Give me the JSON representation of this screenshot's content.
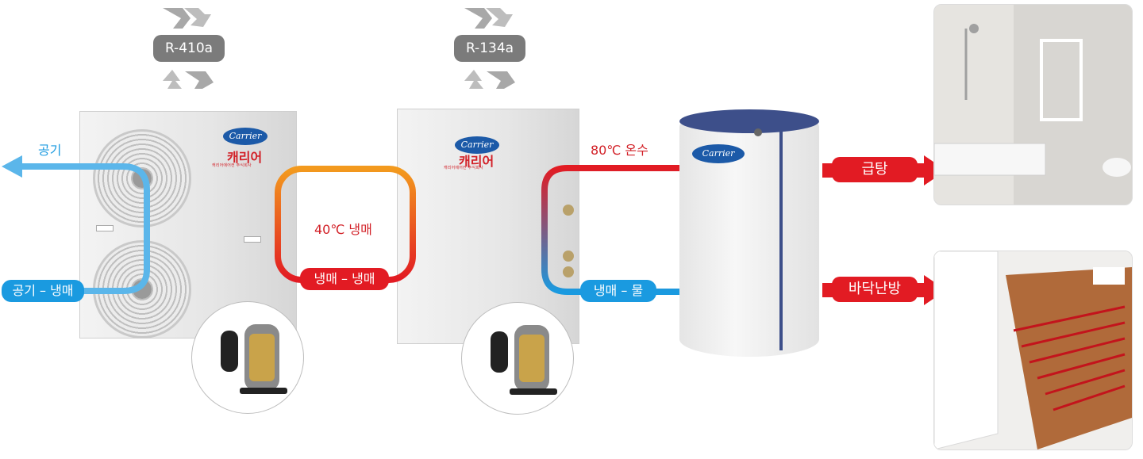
{
  "refrigerants": [
    "R-410a",
    "R-134a"
  ],
  "outdoor_unit": {
    "brand": "Carrier",
    "brand_kr": "캐리어",
    "tagline": "캐리어에어컨 주식회사"
  },
  "indoor_unit": {
    "brand": "Carrier",
    "brand_kr": "캐리어",
    "tagline": "캐리어에어컨 주식회사"
  },
  "tank": {
    "brand": "Carrier"
  },
  "labels": {
    "air": "공기",
    "air_refrigerant": "공기 – 냉매",
    "refrigerant_40": "40℃ 냉매",
    "refrigerant_refrigerant": "냉매 – 냉매",
    "hot_water_80": "80℃ 온수",
    "refrigerant_water": "냉매 – 물",
    "hot_water_supply": "급탕",
    "floor_heating": "바닥난방"
  },
  "colors": {
    "red": "#e21b23",
    "blue": "#1a9ae0",
    "orange": "#f0861e",
    "gray": "#7b7b7b"
  },
  "icons": [
    "recycle-arrows-icon",
    "compressor-icon",
    "bathroom-photo",
    "floor-heating-photo"
  ]
}
